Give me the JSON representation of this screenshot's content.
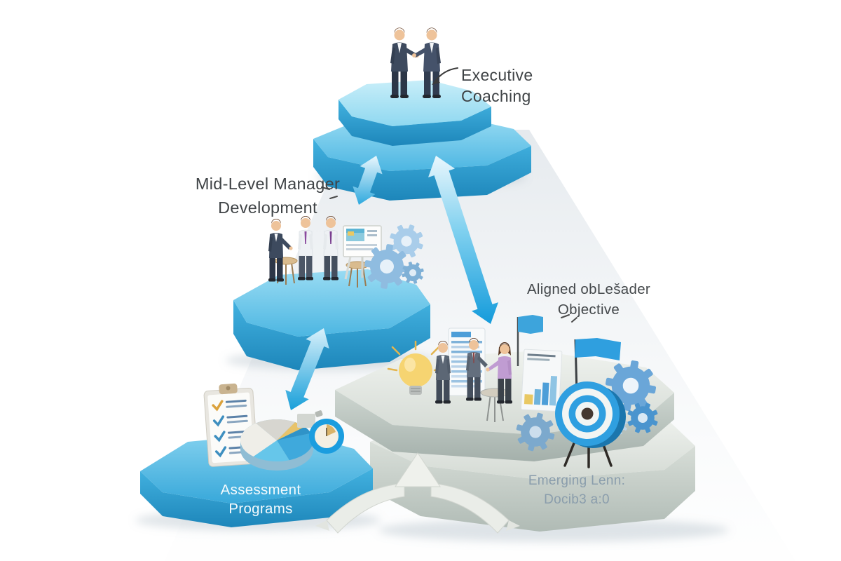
{
  "labels": {
    "executive": {
      "line1": "Executive",
      "line2": "Coaching"
    },
    "mid_level": {
      "line1": "Mid-Level Manager",
      "line2": "Development"
    },
    "aligned": {
      "line1": "Aligned obLešader",
      "line2": "Objective"
    },
    "assessment": {
      "line1": "Assessment",
      "line2": "Programs"
    },
    "emerging": {
      "line1": "Emerging Lenn:",
      "line2": "Docib3 a:0"
    }
  },
  "icons": [
    "businessmen-handshake-icon",
    "manager-group-icon",
    "presentation-board-icon",
    "gear-icon",
    "clipboard-checklist-icon",
    "pie-chart-icon",
    "stopwatch-icon",
    "lightbulb-icon",
    "team-discussion-icon",
    "flag-icon",
    "target-bullseye-icon",
    "document-bar-chart-icon",
    "bidirectional-arrow-icon",
    "merge-arrows-icon",
    "annotation-squiggle-icon"
  ],
  "colors": {
    "platform_blue_face": "#2ba3d6",
    "platform_blue_top": "#7fd0ee",
    "platform_gray_top": "#e6eae5",
    "platform_gray_face": "#b7c1bc",
    "arrow_blue": "#17a0dd",
    "arrow_blue_light": "#e8f6fd",
    "gear_blue": "#8fbce0",
    "target_blue": "#2f9fe0",
    "bulb_yellow": "#f6d471",
    "text_dark": "#3f4346",
    "text_on_blue": "#f3fafd",
    "text_on_gray": "#8a9dac"
  }
}
